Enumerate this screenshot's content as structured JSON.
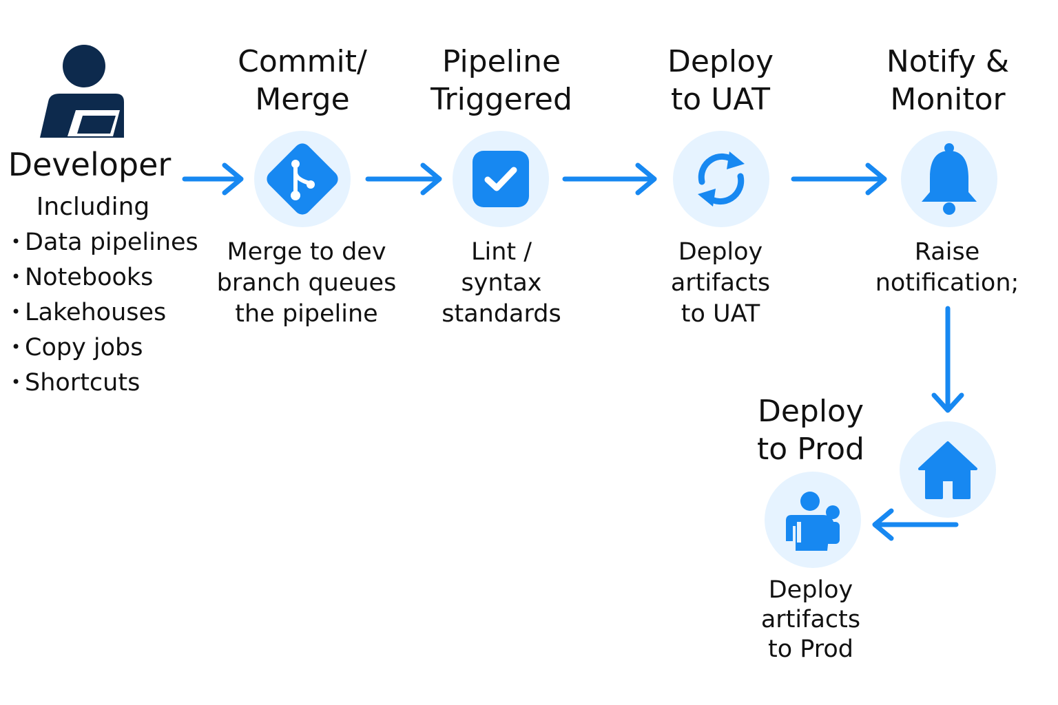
{
  "colors": {
    "accent": "#1788F1",
    "circle_bg": "#E6F3FF",
    "developer_icon": "#0D2A4D"
  },
  "developer": {
    "icon": "developer-person-icon",
    "title": "Developer",
    "subtitle": "Including",
    "items": [
      "Data pipelines",
      "Notebooks",
      "Lakehouses",
      "Copy jobs",
      "Shortcuts"
    ]
  },
  "steps": [
    {
      "icon": "git-branch-icon",
      "title_lines": [
        "Commit/",
        "Merge"
      ],
      "desc_lines": [
        "Merge to dev",
        "branch queues",
        "the pipeline"
      ]
    },
    {
      "icon": "checkbox-icon",
      "title_lines": [
        "Pipeline",
        "Triggered"
      ],
      "desc_lines": [
        "Lint /",
        "syntax",
        "standards"
      ]
    },
    {
      "icon": "refresh-icon",
      "title_lines": [
        "Deploy",
        "to UAT"
      ],
      "desc_lines": [
        "Deploy",
        "artifacts",
        "to UAT"
      ]
    },
    {
      "icon": "bell-icon",
      "title_lines": [
        "Notify &",
        "Monitor"
      ],
      "desc_lines": [
        "Raise",
        "notification;"
      ]
    },
    {
      "icon": "home-icon",
      "title_lines": [],
      "desc_lines": []
    },
    {
      "icon": "team-icon",
      "title_lines": [
        "Deploy",
        "to Prod"
      ],
      "desc_lines": [
        "Deploy",
        "artifacts",
        "to Prod"
      ]
    }
  ]
}
